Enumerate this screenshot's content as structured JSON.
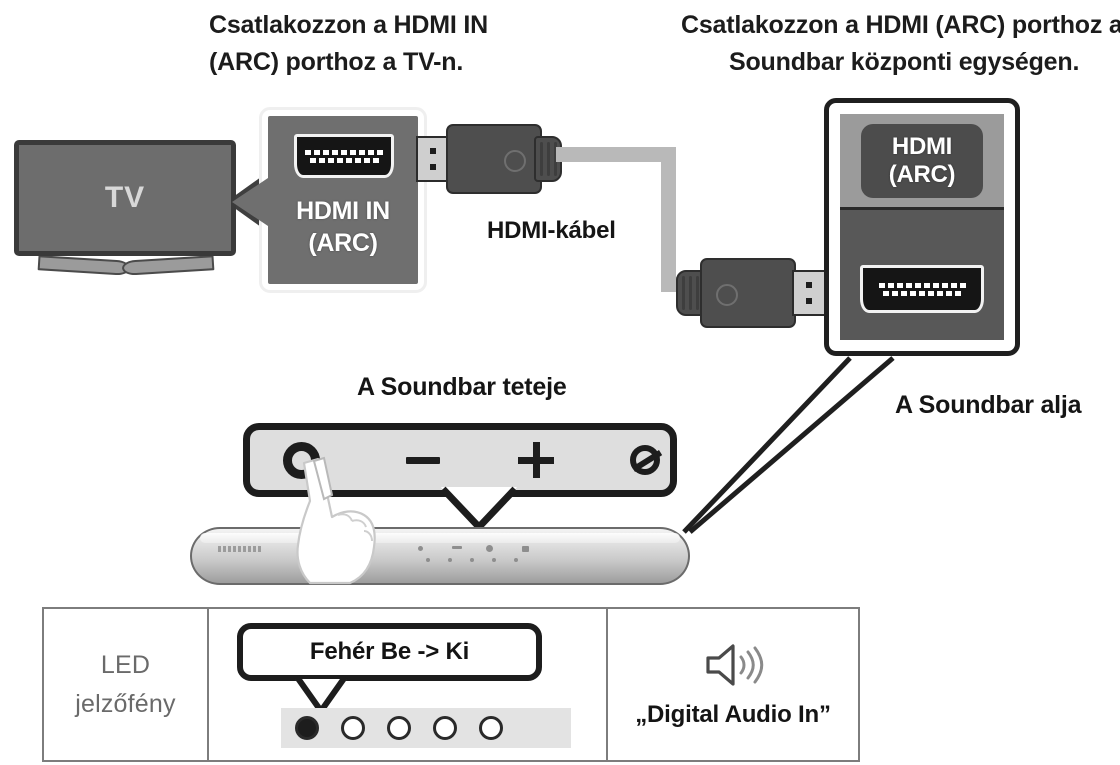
{
  "headings": {
    "left_line1": "Csatlakozzon a HDMI IN",
    "left_line2": "(ARC) porthoz a TV-n.",
    "right_line1": "Csatlakozzon a HDMI (ARC) porthoz a",
    "right_line2": "Soundbar központi egységen."
  },
  "tv": {
    "screen_label": "TV"
  },
  "tv_callout": {
    "port_label_line1": "HDMI IN",
    "port_label_line2": "(ARC)",
    "port_icon": "hdmi-port-icon"
  },
  "cable": {
    "label": "HDMI-kábel",
    "connector_icon": "hdmi-connector-icon"
  },
  "soundbar_callout": {
    "plate_line1": "HDMI",
    "plate_line2": "(ARC)",
    "port_icon": "hdmi-port-icon",
    "caption": "A Soundbar alja"
  },
  "soundbar_top": {
    "caption": "A Soundbar teteje",
    "buttons": [
      {
        "name": "power-button",
        "glyph": "ring"
      },
      {
        "name": "volume-down-button",
        "glyph": "minus"
      },
      {
        "name": "volume-up-button",
        "glyph": "plus"
      },
      {
        "name": "mute-button",
        "glyph": "slashed-circle"
      }
    ],
    "hand_icon": "pointing-hand-icon"
  },
  "led_table": {
    "row_label_line1": "LED",
    "row_label_line2": "jelzőfény",
    "state_bubble": "Fehér Be -> Ki",
    "leds": [
      "on",
      "off",
      "off",
      "off",
      "off"
    ],
    "speaker_icon": "speaker-icon",
    "audio_caption": "„Digital Audio In”"
  },
  "colors": {
    "ink": "#1d1d1d",
    "tv_screen": "#6d6d6d",
    "callout_gray": "#6f6f6f",
    "panel_gray": "#9b9b9b",
    "plate_dark": "#4c4c4c",
    "cable_gray": "#b9b9b9",
    "connector_dark": "#4e4e4e",
    "led_strip": "#e3e3e3",
    "table_border": "#7d7d7d",
    "muted_text": "#6a6a6a"
  }
}
